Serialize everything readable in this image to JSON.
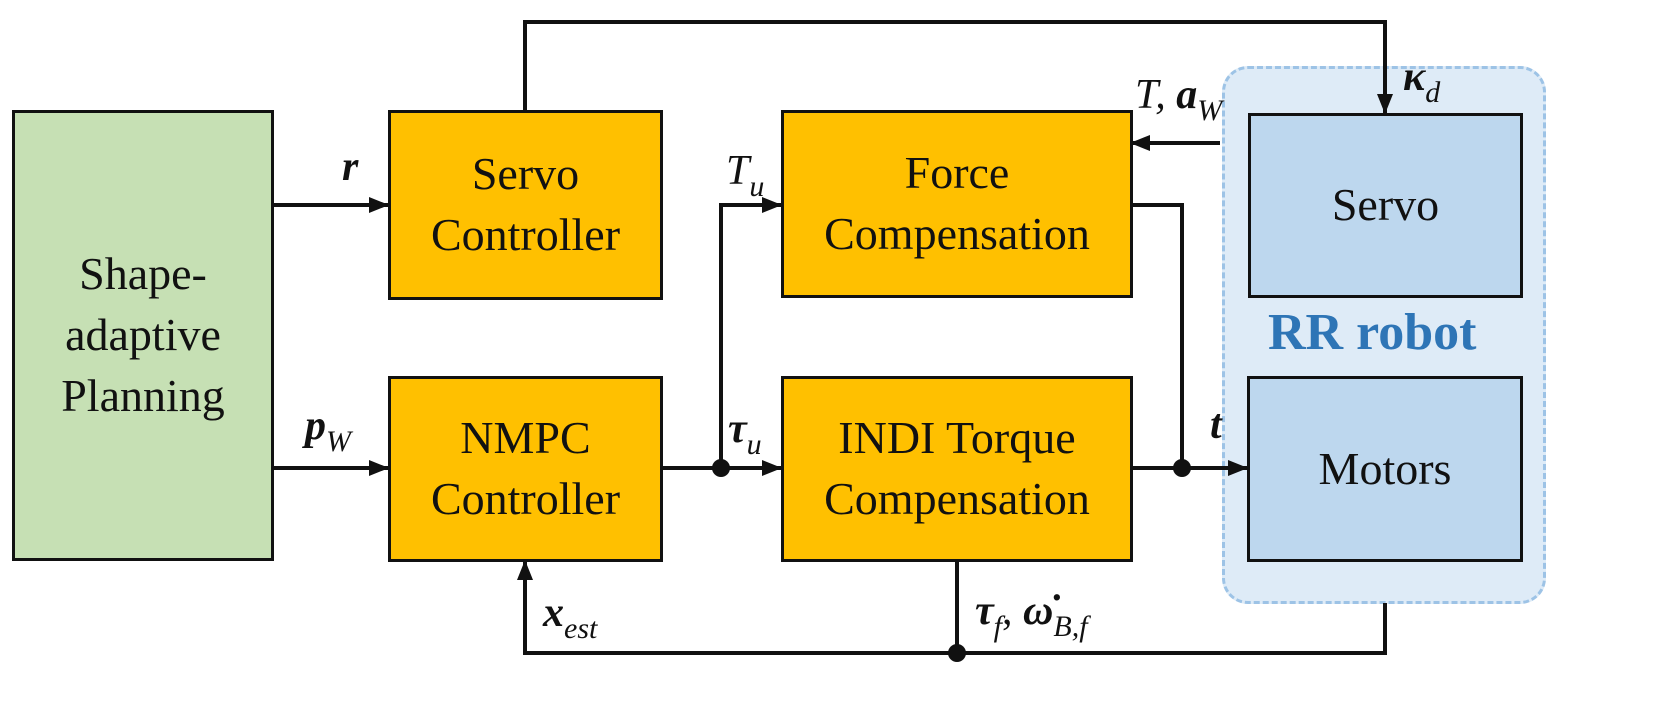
{
  "group": {
    "label": "RR robot"
  },
  "blocks": {
    "planning": {
      "lines": [
        "Shape-",
        "adaptive",
        "Planning"
      ]
    },
    "servo_controller": {
      "lines": [
        "Servo",
        "Controller"
      ]
    },
    "nmpc_controller": {
      "lines": [
        "NMPC",
        "Controller"
      ]
    },
    "force_comp": {
      "lines": [
        "Force",
        "Compensation"
      ]
    },
    "indi_comp": {
      "lines": [
        "INDI Torque",
        "Compensation"
      ]
    },
    "servo": {
      "lines": [
        "Servo"
      ]
    },
    "motors": {
      "lines": [
        "Motors"
      ]
    }
  },
  "signals": {
    "r": {
      "sym": "r"
    },
    "p_w": {
      "sym": "p",
      "sub": "W"
    },
    "t_u": {
      "sym": "T",
      "sub": "u"
    },
    "tau_u": {
      "sym": "τ",
      "sub": "u"
    },
    "kappa_d": {
      "sym": "κ",
      "sub": "d"
    },
    "t_aw": {
      "sym1": "T,",
      "sym2": "a",
      "sub": "W"
    },
    "t_out": {
      "sym": "t"
    },
    "x_est": {
      "sym": "x",
      "sub": "est"
    },
    "tau_f": {
      "sym1": "τ",
      "sub1": "f",
      "sep": ",",
      "sym2": "ω̇",
      "sub2": "B,f"
    }
  },
  "colors": {
    "block_orange": "#ffc000",
    "block_green": "#c6e0b4",
    "block_blue": "#bdd7ee",
    "group_fill": "#deebf7",
    "group_border": "#9dc3e6",
    "group_label": "#2e75b6",
    "line": "#111111"
  }
}
